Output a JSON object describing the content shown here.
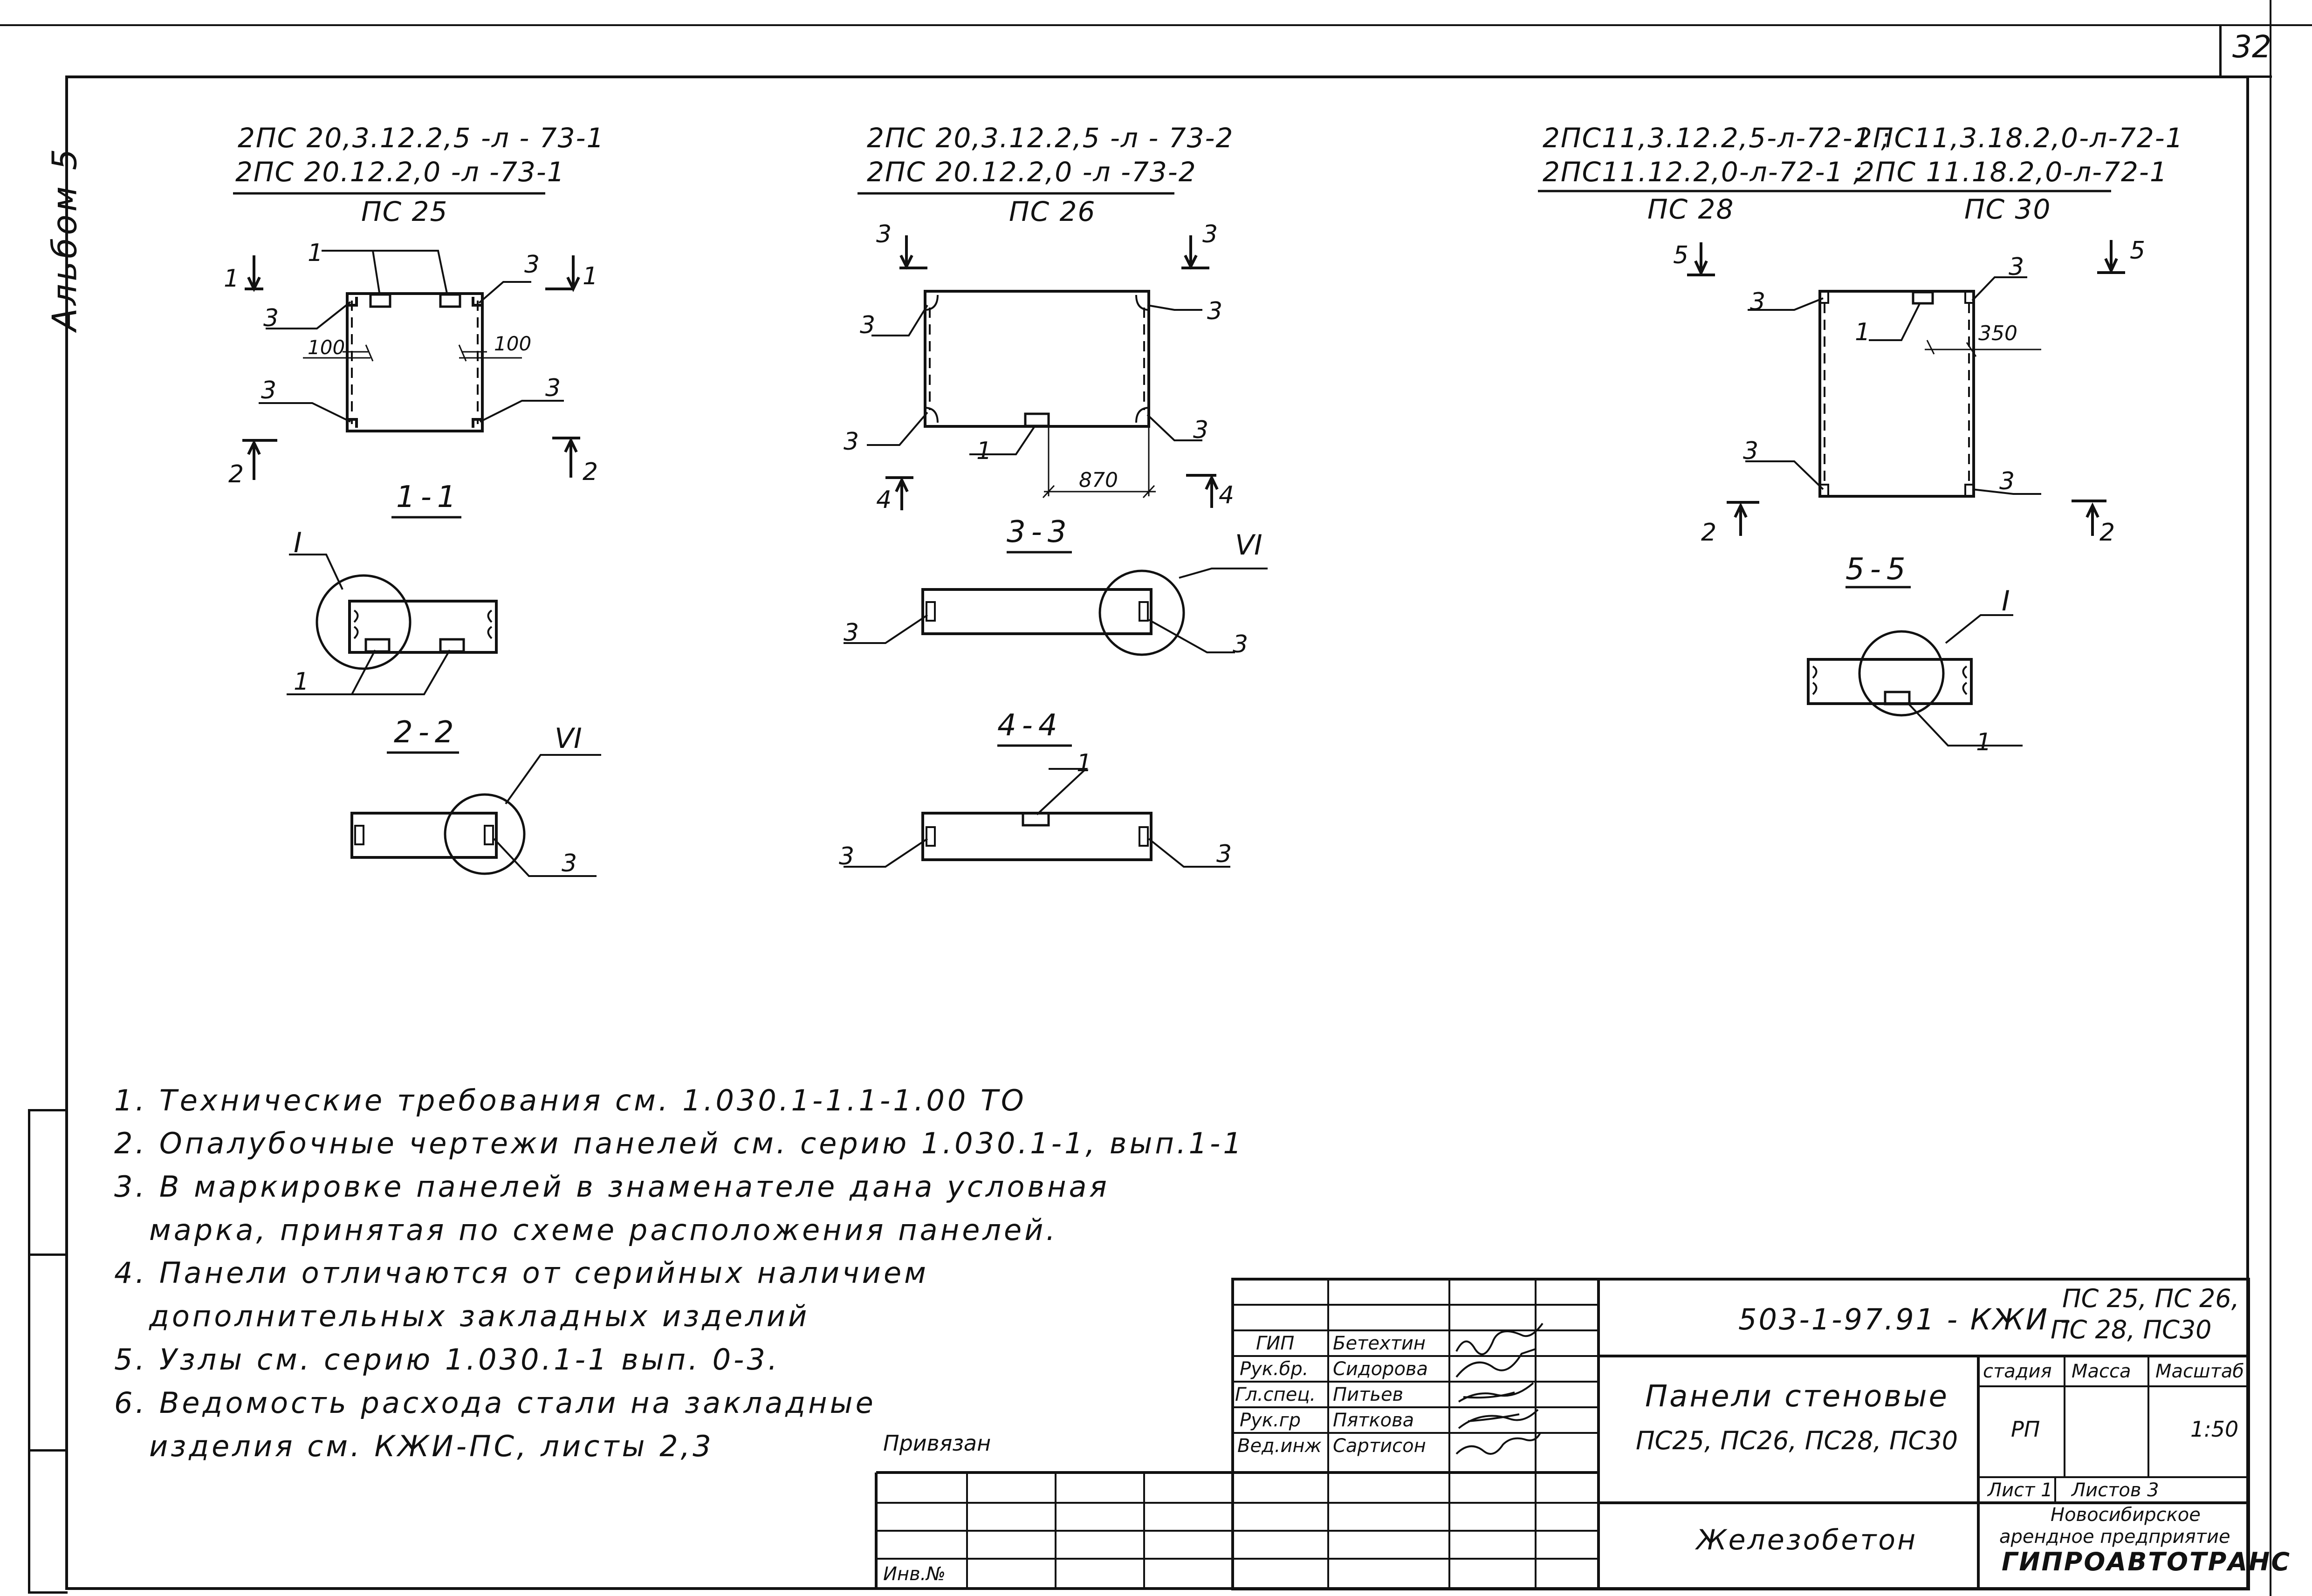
{
  "page": {
    "sheet_number": "32",
    "album_label": "Альбом 5"
  },
  "views": {
    "pc25": {
      "mark_line1": "2ПС 20,3.12.2,5 -л - 73-1",
      "mark_line2": "2ПС 20.12.2,0 -л -73-1",
      "conventional_mark": "ПС 25",
      "section_1": "1-1",
      "section_2": "2-2",
      "node_I": "I",
      "node_VI": "VI",
      "dim_left": "100",
      "dim_right": "100"
    },
    "pc26": {
      "mark_line1": "2ПС 20,3.12.2,5 -л - 73-2",
      "mark_line2": "2ПС 20.12.2,0 -л -73-2",
      "conventional_mark": "ПС 26",
      "section_3": "3-3",
      "section_4": "4-4",
      "node_VI": "VI",
      "dim_bottom": "870"
    },
    "pc28_30": {
      "mark_a_line1": "2ПС11,3.12.2,5-л-72-1 ;",
      "mark_a_line2": "2ПС11.12.2,0-л-72-1 ;",
      "conventional_mark_a": "ПС 28",
      "mark_b_line1": "2ПС11,3.18.2,0-л-72-1",
      "mark_b_line2": "2ПС 11.18.2,0-л-72-1",
      "conventional_mark_b": "ПС 30",
      "section_5": "5-5",
      "node_I": "I",
      "dim_top": "350"
    },
    "labels": {
      "one": "1",
      "two": "2",
      "three": "3",
      "four": "4",
      "five": "5"
    }
  },
  "notes": [
    "1. Технические требования см. 1.030.1-1.1-1.00 ТО",
    "2. Опалубочные чертежи панелей см. серию 1.030.1-1, вып.1-1",
    "3. В маркировке панелей в знаменателе дана условная",
    "марка, принятая по схеме расположения панелей.",
    "4. Панели отличаются от серийных наличием",
    "дополнительных закладных изделий",
    "5. Узлы см. серию 1.030.1-1 вып. 0-3.",
    "6. Ведомость расхода стали на закладные",
    "изделия см. КЖИ-ПС, листы 2,3"
  ],
  "stamp": {
    "doc_code": "503-1-97.91 - КЖИ -",
    "doc_suffix_1": "ПС 25, ПС 26,",
    "doc_suffix_2": "ПС 28, ПС30",
    "title_line1": "Панели стеновые",
    "title_line2": "ПС25, ПС26, ПС28, ПС30",
    "material": "Железобетон",
    "stage_header": "стадия",
    "mass_header": "Масса",
    "scale_header": "Масштаб",
    "stage_value": "РП",
    "mass_value": "",
    "scale_value": "1:50",
    "sheet_label": "Лист 1",
    "sheets_label": "Листов 3",
    "org_line1": "Новосибирское",
    "org_line2": "арендное предприятие",
    "org_line3": "ГИПРОАВТОТРАНС",
    "bound_label": "Привязан",
    "inv_label": "Инв.№",
    "roles": [
      {
        "role": "ГИП",
        "name": "Бетехтин"
      },
      {
        "role": "Рук.бр.",
        "name": "Сидорова"
      },
      {
        "role": "Гл.спец.",
        "name": "Питьев"
      },
      {
        "role": "Рук.гр",
        "name": "Пяткова"
      },
      {
        "role": "Вед.инж",
        "name": "Сартисон"
      }
    ]
  },
  "colors": {
    "ink": "#111111",
    "paper": "#ffffff"
  }
}
